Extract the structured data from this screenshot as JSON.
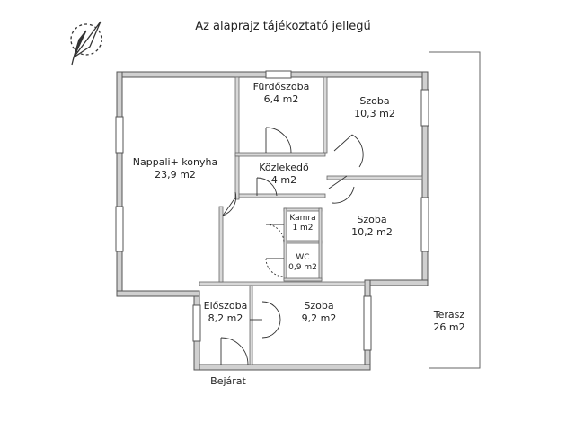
{
  "title": "Az alaprajz tájékoztató jellegű",
  "rooms": [
    {
      "name": "Fürdőszoba",
      "area": "6,4 m2"
    },
    {
      "name": "Szoba",
      "area": "10,3 m2"
    },
    {
      "name": "Nappali+ konyha",
      "area": "23,9 m2"
    },
    {
      "name": "Közlekedő",
      "area": "4 m2"
    },
    {
      "name": "Kamra",
      "area": "1 m2"
    },
    {
      "name": "Szoba",
      "area": "10,2 m2"
    },
    {
      "name": "WC",
      "area": "0,9 m2"
    },
    {
      "name": "Előszoba",
      "area": "8,2 m2"
    },
    {
      "name": "Szoba",
      "area": "9,2 m2"
    },
    {
      "name": "Terasz",
      "area": "26 m2"
    }
  ],
  "entrance_label": "Bejárat",
  "colors": {
    "wall": "#8a8a8a",
    "wall_fill": "#cfcfcf",
    "line": "#333333",
    "window": "#555555"
  }
}
